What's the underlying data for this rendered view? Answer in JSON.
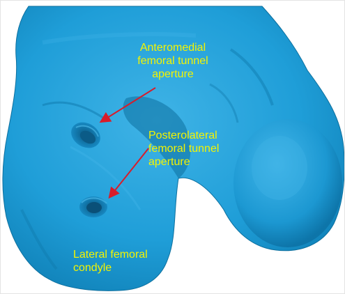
{
  "labels": {
    "anteromedial": [
      "Anteromedial",
      "femoral tunnel",
      "aperture"
    ],
    "posterolateral": [
      "Posterolateral",
      "femoral tunnel",
      "aperture"
    ],
    "lateral_condyle": [
      "Lateral femoral",
      "condyle"
    ]
  },
  "colors": {
    "bone": "#1f9ed8",
    "bone_shadow": "#0c6f9e",
    "bone_highlight": "#48b9ea",
    "label": "#f4f400",
    "arrow": "#d81c2a",
    "background": "#ffffff"
  }
}
